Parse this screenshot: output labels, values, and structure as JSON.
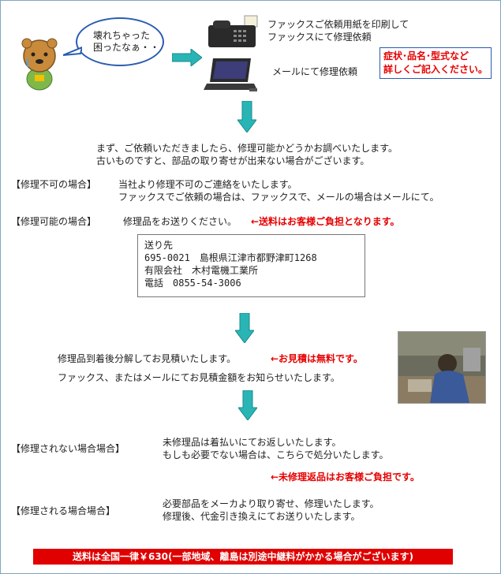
{
  "bubble": {
    "line1": "壊れちゃった",
    "line2": "困ったなぁ・・"
  },
  "fax": {
    "line1": "ファックスご依頼用紙を印刷して",
    "line2": "ファックスにて修理依頼"
  },
  "mail": {
    "label": "メールにて修理依頼"
  },
  "notice": {
    "line1": "症状･品名･型式など",
    "line2": "詳しくご記入ください。"
  },
  "intro": {
    "line1": "まず、ご依頼いただきましたら、修理可能かどうかお調べいたします。",
    "line2": "古いものですと、部品の取り寄せが出来ない場合がございます。"
  },
  "not_repairable": {
    "label": "【修理不可の場合】",
    "line1": "当社より修理不可のご連絡をいたします。",
    "line2": "ファックスでご依頼の場合は、ファックスで、メールの場合はメールにて。"
  },
  "repairable": {
    "label": "【修理可能の場合】",
    "text": "修理品をお送りください。",
    "note": "←送料はお客様ご負担となります。"
  },
  "address": {
    "title": "送り先",
    "line1": "695-0021　島根県江津市都野津町1268",
    "line2": "有限会社　木村電機工業所",
    "line3": "電話　0855-54-3006"
  },
  "estimate": {
    "line1": "修理品到着後分解してお見積いたします。",
    "free_note": "←お見積は無料です。",
    "line2": "ファックス、またはメールにてお見積金額をお知らせいたします。"
  },
  "not_repaired": {
    "label": "【修理されない場合場合】",
    "line1": "未修理品は着払いにてお返しいたします。",
    "line2": "もしも必要でない場合は、こちらで処分いたします。",
    "note": "←未修理返品はお客様ご負担です。"
  },
  "repaired": {
    "label": "【修理される場合場合】",
    "line1": "必要部品をメーカより取り寄せ、修理いたします。",
    "line2": "修理後、代金引き換えにてお送りいたします。"
  },
  "footer": {
    "text": "送料は全国一律￥630(一部地域、離島は別途中継料がかかる場合がございます)"
  },
  "colors": {
    "arrow": "#29b5b5",
    "accent_red": "#e60000",
    "border_blue": "#2a5db0"
  }
}
